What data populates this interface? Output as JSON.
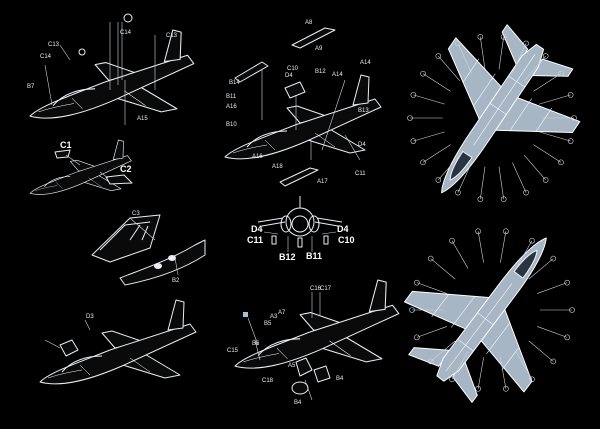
{
  "steps": {
    "step1": {
      "labels": [
        "C13",
        "C14",
        "C14",
        "C13",
        "B7",
        "A15"
      ]
    },
    "step2": {
      "labels": [
        "C1",
        "C2"
      ]
    },
    "step3": {
      "labels": [
        "C3",
        "B2"
      ]
    },
    "step5": {
      "labels": [
        "A8",
        "A9",
        "B14",
        "C10",
        "D4",
        "B12",
        "A14",
        "A14",
        "B11",
        "A16",
        "B10",
        "B13",
        "A16",
        "D4",
        "C11",
        "A18",
        "A17"
      ]
    },
    "step6": {
      "labels": [
        "D4",
        "D4",
        "C11",
        "C10",
        "B12",
        "B11"
      ]
    },
    "step7": {
      "labels": [
        "C16",
        "C17",
        "A3",
        "A7",
        "B5",
        "B6",
        "C15",
        "C18",
        "A5",
        "B4",
        "B4"
      ]
    }
  },
  "colors": {
    "background": "#000000",
    "line": "#e8eef2",
    "plan_view_fill": "#a6b6c4"
  }
}
